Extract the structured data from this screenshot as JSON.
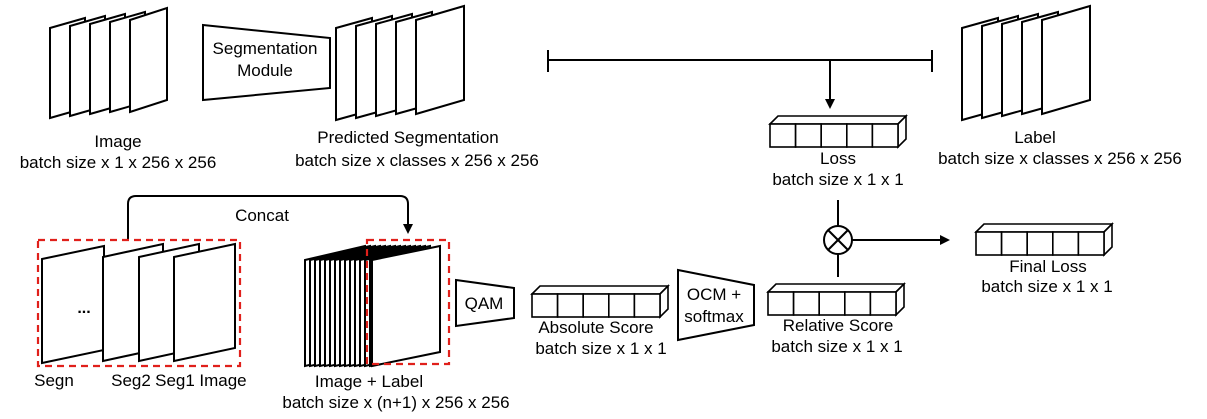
{
  "inputs": {
    "image_label": "Image",
    "image_dims": "batch size x 1 x 256 x 256",
    "segmentation_module": [
      "Segmentation",
      "Module"
    ],
    "predicted_label": "Predicted Segmentation",
    "predicted_dims": "batch size x classes x 256 x 256",
    "label_label": "Label",
    "label_dims": "batch size x classes x 256 x 256"
  },
  "loss": {
    "label": "Loss",
    "dims": "batch size x 1 x 1"
  },
  "bottom": {
    "concat_label": "Concat",
    "ellipsis": "...",
    "stack_labels": [
      "Segn",
      "Seg2",
      "Seg1",
      "Image"
    ],
    "image_label_title": "Image + Label",
    "image_label_dims": "batch size x (n+1) x 256 x 256",
    "qam": "QAM",
    "absolute_label": "Absolute Score",
    "absolute_dims": "batch size x 1 x 1",
    "ocm": [
      "OCM +",
      "softmax"
    ],
    "relative_label": "Relative Score",
    "relative_dims": "batch size x 1 x 1",
    "final_label": "Final Loss",
    "final_dims": "batch size x 1 x 1"
  }
}
